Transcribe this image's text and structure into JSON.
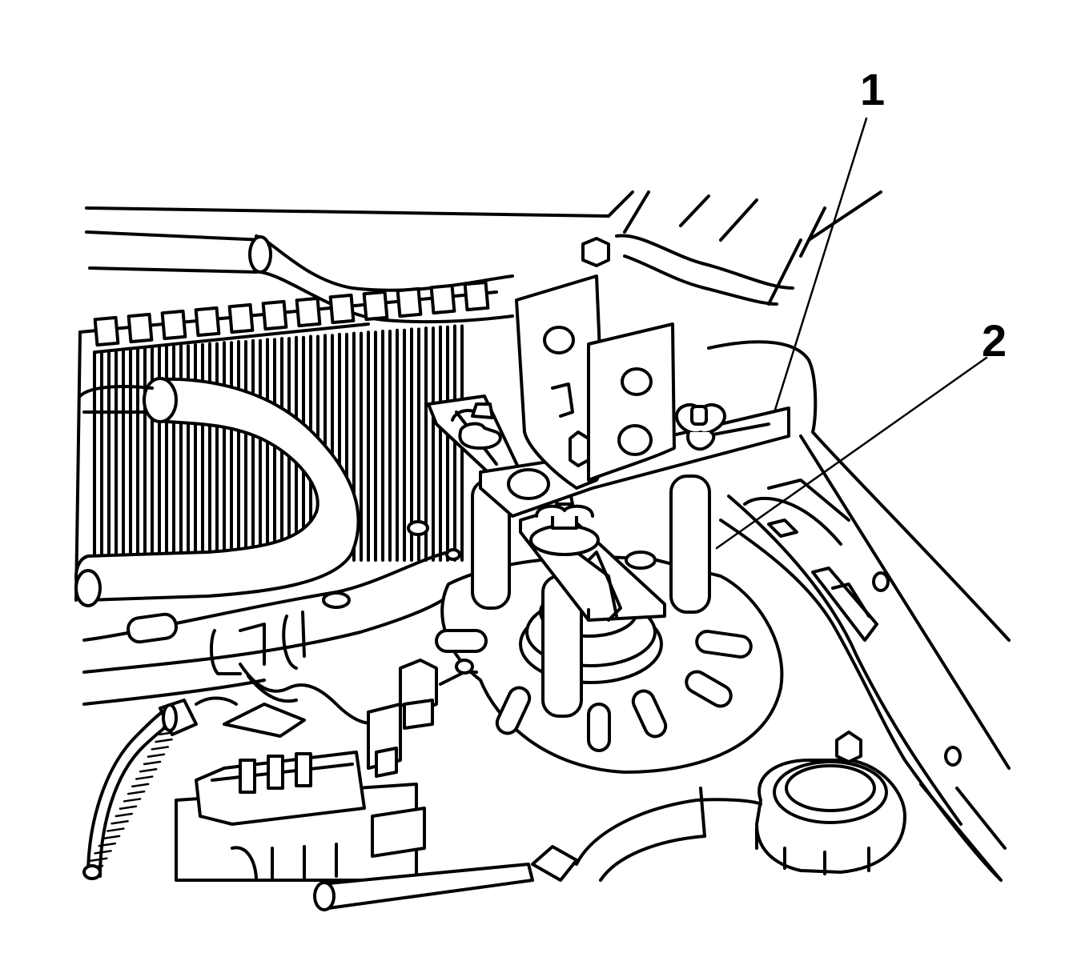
{
  "callouts": [
    {
      "id": "1",
      "text": "1"
    },
    {
      "id": "2",
      "text": "2"
    }
  ],
  "colors": {
    "line": "#000000",
    "background": "#ffffff"
  },
  "parts": [
    "strut-compressor-fixture",
    "strut-mount",
    "radiator-core",
    "upper-radiator-hose",
    "coolant-reservoir-cap",
    "wiring-connector",
    "fender-panel"
  ]
}
